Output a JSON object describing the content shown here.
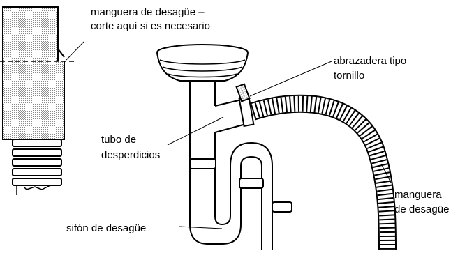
{
  "labels": {
    "hose_cut_line1": "manguera de desagüe –",
    "hose_cut_line2": "corte aquí si es necesario",
    "clamp_line1": "abrazadera tipo",
    "clamp_line2": "tornillo",
    "waste_pipe_line1": "tubo de",
    "waste_pipe_line2": "desperdicios",
    "drain_hose_line1": "manguera",
    "drain_hose_line2": "de desagüe",
    "trap": "sifón de desagüe"
  },
  "colors": {
    "line": "#000000",
    "hatch": "#8a8a8a",
    "background": "#ffffff"
  }
}
